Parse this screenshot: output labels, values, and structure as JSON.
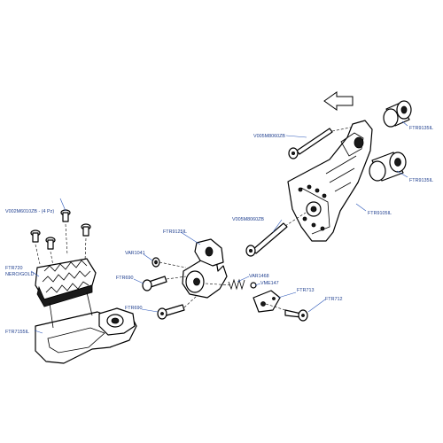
{
  "labels": {
    "bolt_top_right": "V005M8060ZB",
    "spacer_right_upper": "FTR9135IL",
    "spacer_right_lower": "FTR9135IL",
    "plate_right": "FTR9105IL",
    "bolt_mid": "V005M8060ZB",
    "screws_footpeg": "V002M6010ZB - (4 Pz)",
    "peg_pad": "FTR720",
    "peg_pad_sub": "NERO/GOLD",
    "peg_body": "FTR7155IL",
    "washer": "VAR1041",
    "pivot_mount": "FTR9125IL",
    "bolt_short_upper": "FTR690",
    "bolt_short_lower": "FTR690",
    "spring": "VAR1468",
    "ball": "VME147",
    "clip": "FTR713",
    "pin": "FTR712"
  }
}
